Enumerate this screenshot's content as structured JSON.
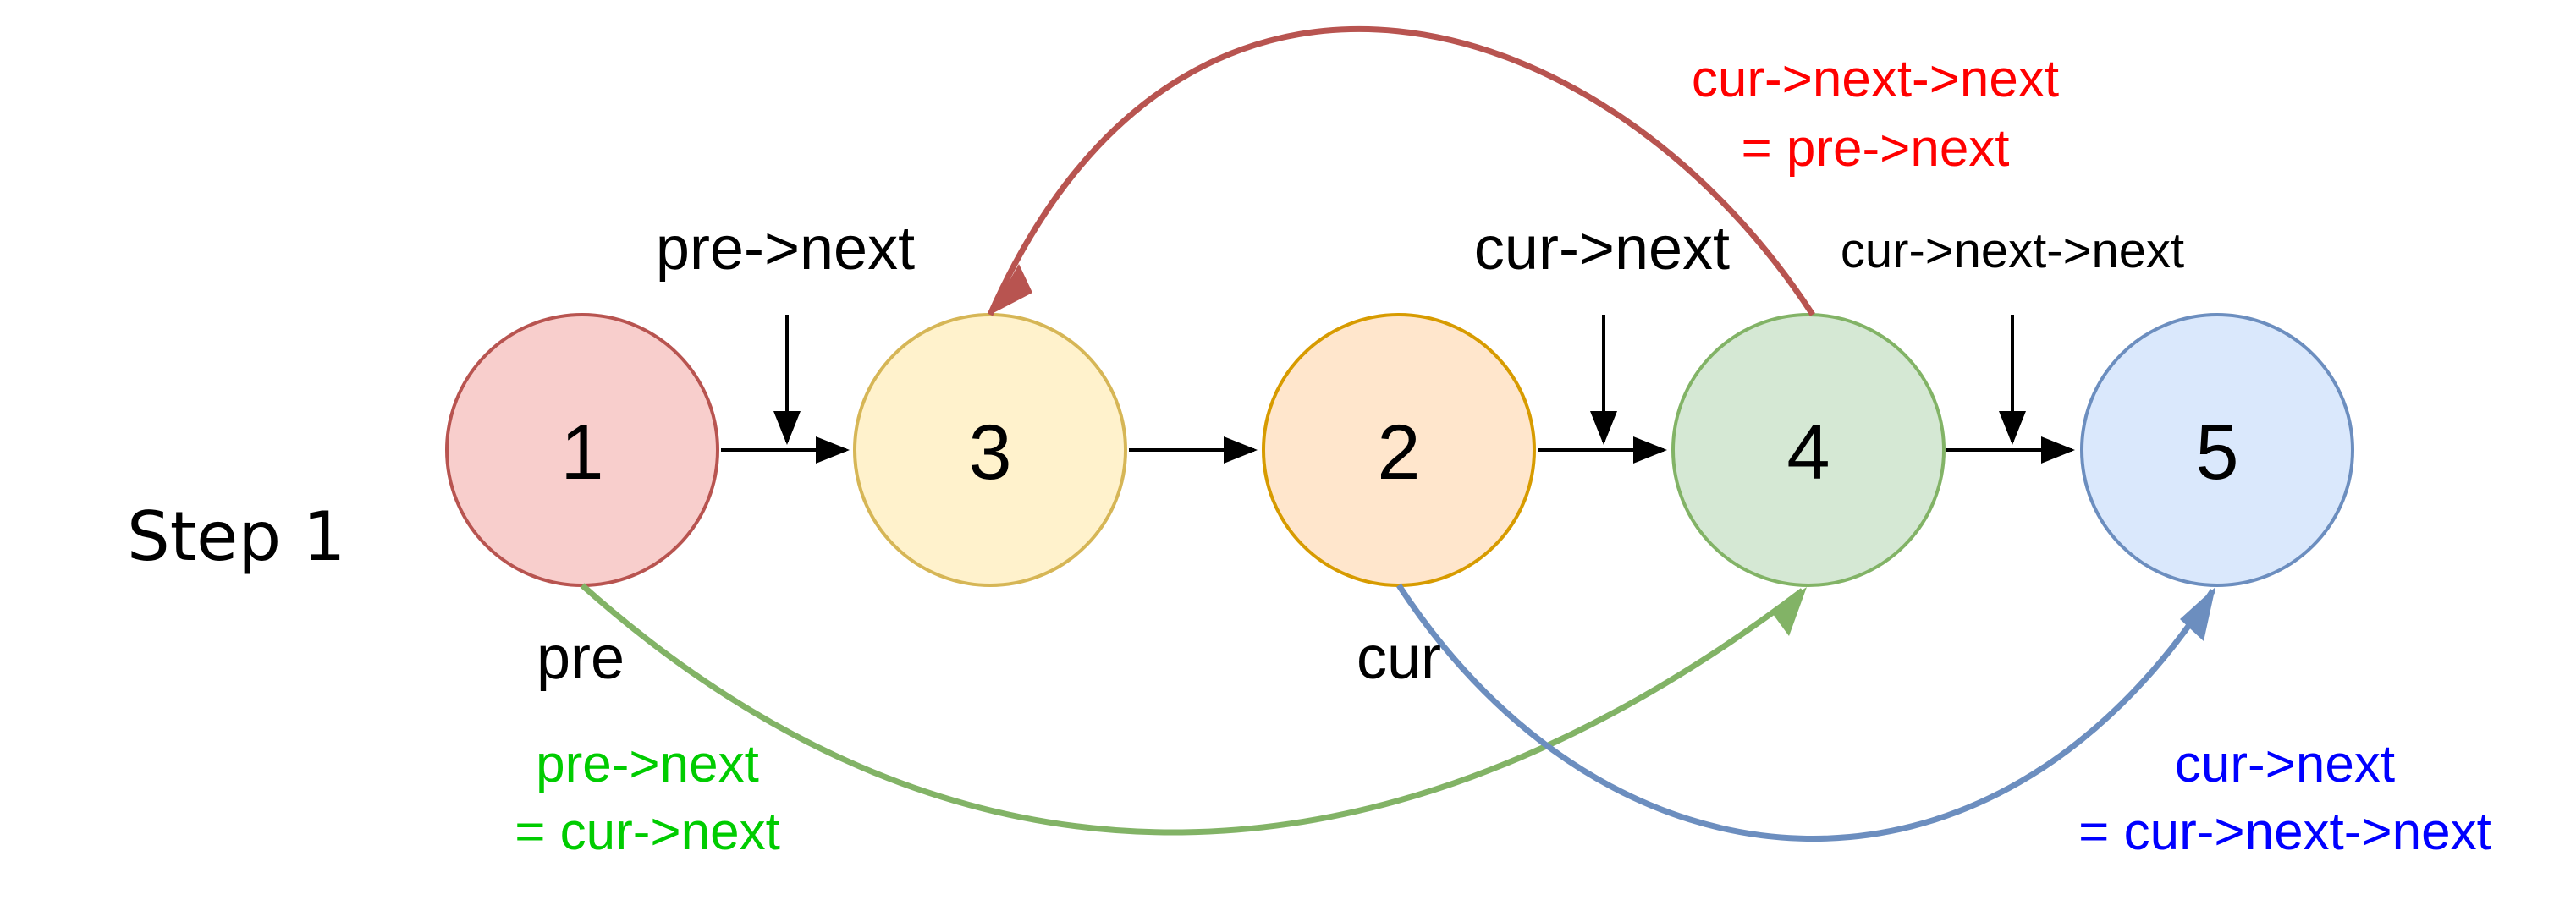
{
  "step_label": "Step 1",
  "nodes": [
    {
      "id": "n1",
      "label": "1",
      "fill": "#f8cecc",
      "stroke": "#b85450"
    },
    {
      "id": "n3",
      "label": "3",
      "fill": "#fff2cc",
      "stroke": "#d6b656"
    },
    {
      "id": "n2",
      "label": "2",
      "fill": "#ffe6cc",
      "stroke": "#d79b00"
    },
    {
      "id": "n4",
      "label": "4",
      "fill": "#d5e8d4",
      "stroke": "#82b366"
    },
    {
      "id": "n5",
      "label": "5",
      "fill": "#dae8fc",
      "stroke": "#6c8ebf"
    }
  ],
  "pointer_labels": {
    "pre_next": "pre->next",
    "cur_next": "cur->next",
    "cur_next_next": "cur->next->next",
    "pre": "pre",
    "cur": "cur"
  },
  "annotations": {
    "red": {
      "line1": "cur->next->next",
      "line2": "= pre->next",
      "color": "#ff0000"
    },
    "green": {
      "line1": "pre->next",
      "line2": "= cur->next",
      "color": "#00cc00"
    },
    "blue": {
      "line1": "cur->next",
      "line2": "= cur->next->next",
      "color": "#0000ff"
    }
  },
  "arrow_colors": {
    "red": "#b85450",
    "green": "#82b366",
    "blue": "#6c8ebf"
  }
}
